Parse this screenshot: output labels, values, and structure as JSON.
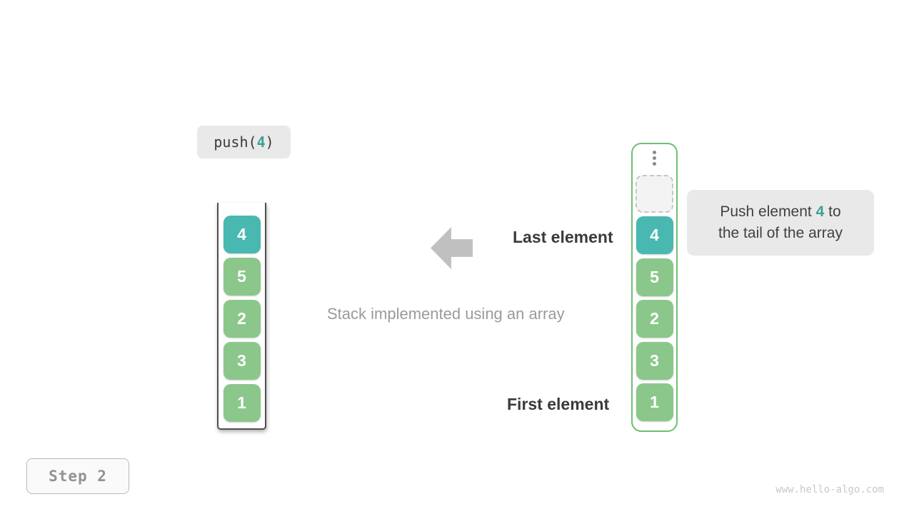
{
  "colors": {
    "teal": "#49B8B0",
    "green": "#8BC78B",
    "container_green": "#6FBF72",
    "accent_teal": "#3D9F97",
    "arrow_gray": "#C0C0C0",
    "label_bg": "#E9E9E9"
  },
  "operation": {
    "prefix": "push(",
    "arg": "4",
    "suffix": ")"
  },
  "stack": {
    "values": [
      "4",
      "5",
      "2",
      "3",
      "1"
    ],
    "highlight_value": "4"
  },
  "array": {
    "values": [
      "4",
      "5",
      "2",
      "3",
      "1"
    ],
    "highlight_value": "4",
    "has_empty_slot": true
  },
  "annotations": {
    "last_element": "Last element",
    "first_element": "First element",
    "caption": "Stack implemented using an array",
    "tooltip": {
      "prefix": "Push element ",
      "value": "4",
      "suffix": " to",
      "line2": "the tail of the array"
    }
  },
  "step_badge": {
    "label": "Step 2"
  },
  "watermark": "www.hello-algo.com"
}
